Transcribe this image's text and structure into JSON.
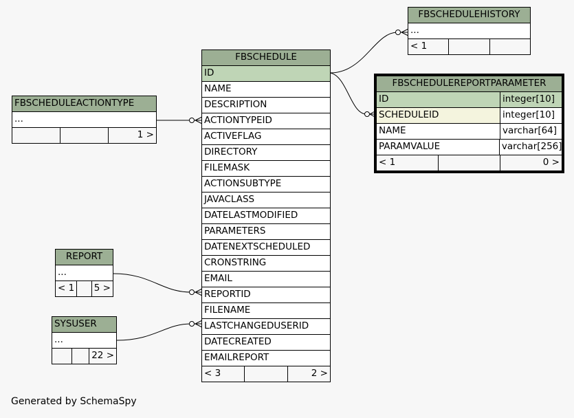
{
  "diagram": {
    "footer": "Generated by SchemaSpy",
    "colors": {
      "header": "#9caf94",
      "primary_key": "#bfd5b6",
      "foreign_key": "#f4f4de",
      "background": "#f7f7f7"
    }
  },
  "tables": {
    "fbschedule": {
      "name": "FBSCHEDULE",
      "columns": [
        "ID",
        "NAME",
        "DESCRIPTION",
        "ACTIONTYPEID",
        "ACTIVEFLAG",
        "DIRECTORY",
        "FILEMASK",
        "ACTIONSUBTYPE",
        "JAVACLASS",
        "DATELASTMODIFIED",
        "PARAMETERS",
        "DATENEXTSCHEDULED",
        "CRONSTRING",
        "EMAIL",
        "REPORTID",
        "FILENAME",
        "LASTCHANGEDUSERID",
        "DATECREATED",
        "EMAILREPORT"
      ],
      "footer": [
        "< 3",
        "",
        "2 >"
      ]
    },
    "fbschedulehistory": {
      "name": "FBSCHEDULEHISTORY",
      "ellipsis": "...",
      "footer": [
        "< 1",
        "",
        ""
      ]
    },
    "fbschedulereportparameter": {
      "name": "FBSCHEDULEREPORTPARAMETER",
      "columns": [
        {
          "name": "ID",
          "type": "integer[10]"
        },
        {
          "name": "SCHEDULEID",
          "type": "integer[10]"
        },
        {
          "name": "NAME",
          "type": "varchar[64]"
        },
        {
          "name": "PARAMVALUE",
          "type": "varchar[256]"
        }
      ],
      "footer": [
        "< 1",
        "",
        "0 >"
      ]
    },
    "fbscheduleactiontype": {
      "name": "FBSCHEDULEACTIONTYPE",
      "ellipsis": "...",
      "footer": [
        "",
        "",
        "1 >"
      ]
    },
    "report": {
      "name": "REPORT",
      "ellipsis": "...",
      "footer": [
        "< 1",
        "",
        "5 >"
      ]
    },
    "sysuser": {
      "name": "SYSUSER",
      "ellipsis": "...",
      "footer": [
        "",
        "",
        "22 >"
      ]
    }
  }
}
